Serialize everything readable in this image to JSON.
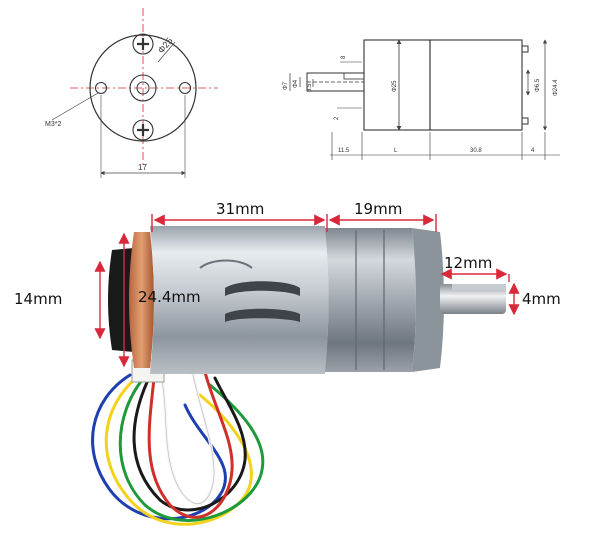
{
  "front_view": {
    "diameter_label": "Φ25",
    "screw_label": "M3*2",
    "width_label": "17"
  },
  "side_view": {
    "dims": {
      "d7": "Φ7",
      "d4": "Φ4",
      "d35": "3.5",
      "d8": "8",
      "d2": "2",
      "d25": "Φ25",
      "d65": "Φ6.5",
      "d244": "Φ24.4",
      "l115": "11.5",
      "lL": "L",
      "l308": "30.8",
      "l4": "4"
    }
  },
  "photo_labels": {
    "motor_length": "31mm",
    "gearbox_length": "19mm",
    "shaft_length": "12mm",
    "shaft_diameter": "4mm",
    "encoder_height": "14mm",
    "motor_diameter": "24.4mm"
  },
  "colors": {
    "accent_red": "#d8283a",
    "line_gray": "#555555",
    "wire_red": "#d0302a",
    "wire_black": "#1a1a1a",
    "wire_yellow": "#f2d21a",
    "wire_green": "#1f9a3a",
    "wire_blue": "#1d3fb0",
    "wire_white": "#f4f4f4"
  }
}
